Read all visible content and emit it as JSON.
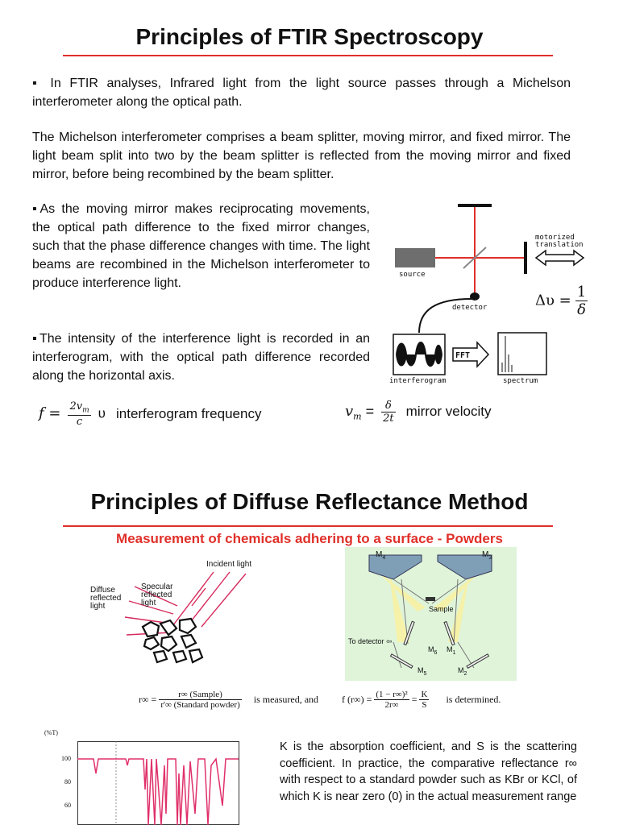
{
  "section1": {
    "title": "Principles of FTIR Spectroscopy",
    "para1": "▪ In FTIR analyses, Infrared light from the light source passes through a Michelson interferometer along the optical path.",
    "para2": "The Michelson interferometer comprises a beam splitter, moving mirror, and fixed mirror. The light beam split into two by the beam splitter is reflected from the moving mirror and fixed mirror, before being recombined by the beam splitter.",
    "para3": "▪As the moving mirror makes reciprocating movements, the optical path difference to the fixed mirror changes, such that the phase difference changes with time. The light beams are recombined in the Michelson interferometer to produce interference light.",
    "para4": "▪The intensity of the interference light is recorded in an interferogram, with the optical path difference recorded along the horizontal axis.",
    "diagram": {
      "source_label": "source",
      "detector_label": "detector",
      "motorized_label_1": "motorized",
      "motorized_label_2": "translation",
      "fft_label": "FFT",
      "interferogram_label": "interferogram",
      "spectrum_label": "spectrum"
    },
    "eq_delta": {
      "lhs": "Δυ =",
      "num": "1",
      "den": "δ"
    },
    "eq_f": {
      "lhs": "f =",
      "num": "2v",
      "num_sub": "m",
      "den": "c",
      "rhs": "υ",
      "desc": "interferogram frequency"
    },
    "eq_vm": {
      "lhs": "v",
      "lhs_sub": "m",
      "eq": "=",
      "num": "δ",
      "den": "2t",
      "desc": "mirror velocity"
    }
  },
  "section2": {
    "title": "Principles of Diffuse Reflectance Method",
    "subtitle": "Measurement of chemicals adhering to a surface - Powders",
    "left_fig": {
      "incident": "Incident light",
      "diffuse_1": "Diffuse",
      "diffuse_2": "reflected",
      "diffuse_3": "light",
      "specular_1": "Specular",
      "specular_2": "reflected",
      "specular_3": "light"
    },
    "right_fig": {
      "m4": "M",
      "m4_sub": "4",
      "m3": "M",
      "m3_sub": "3",
      "sample": "Sample",
      "to_detector": "To detector ⇦",
      "m6": "M",
      "m6_sub": "6",
      "m1": "M",
      "m1_sub": "1",
      "m5": "M",
      "m5_sub": "5",
      "m2": "M",
      "m2_sub": "2"
    },
    "formula": {
      "r_inf": "r∞ =",
      "r_num": "r∞ (Sample)",
      "r_den": "r'∞ (Standard powder)",
      "measured": "is measured, and",
      "f_lhs": "f (r∞) =",
      "f_num": "(1 − r∞)²",
      "f_den": "2r∞",
      "ks_eq": "=",
      "k": "K",
      "s": "S",
      "determined": "is determined."
    },
    "graph": {
      "unit": "(%T)",
      "ticks": [
        "100",
        "80",
        "60"
      ]
    },
    "para5": "K is the absorption coefficient, and S is the scattering coefficient. In practice, the comparative reflectance r∞ with respect to a standard powder such as KBr or KCl, of which K is near zero (0) in the actual measurement range"
  }
}
